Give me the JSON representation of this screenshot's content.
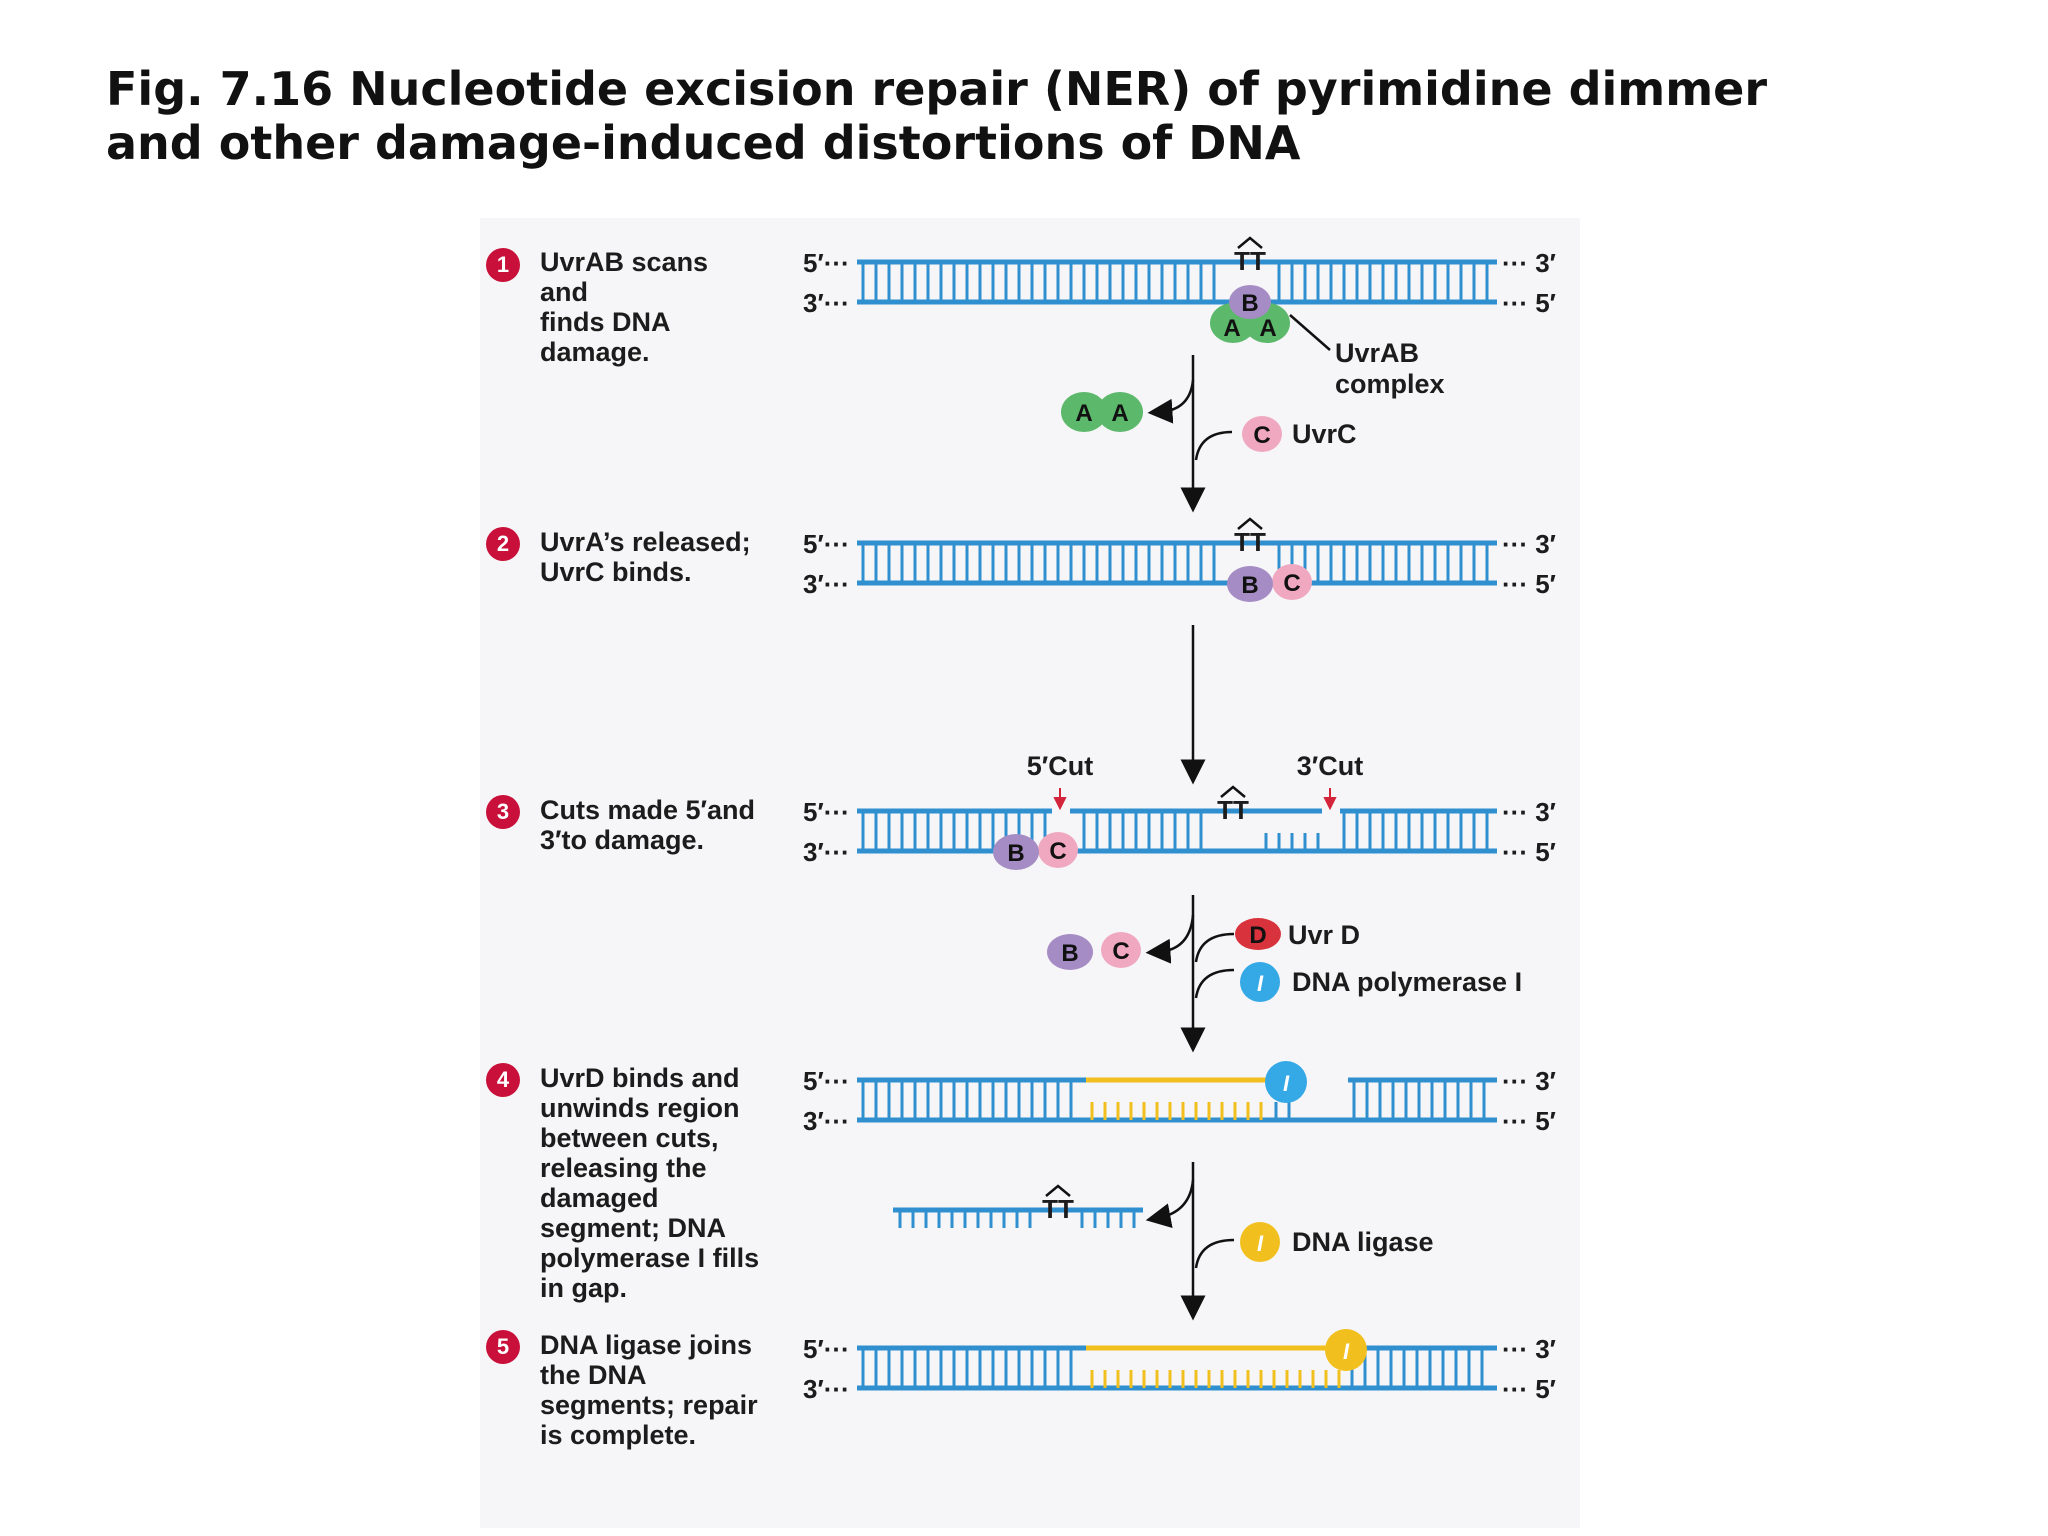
{
  "title": {
    "line1": "Fig. 7.16  Nucleotide excision repair (NER) of pyrimidine dimmer",
    "line2": "and other damage-induced distortions of DNA"
  },
  "strand_labels": {
    "five_prime": "5′",
    "three_prime": "3′",
    "dots": "···"
  },
  "dimer": "TT",
  "steps": [
    {
      "number": "1",
      "lines": [
        "UvrAB scans",
        "and",
        "finds DNA",
        "damage."
      ]
    },
    {
      "number": "2",
      "lines": [
        "UvrA’s released;",
        "UvrC binds."
      ]
    },
    {
      "number": "3",
      "lines": [
        "Cuts made 5′and",
        "3′to damage."
      ]
    },
    {
      "number": "4",
      "lines": [
        "UvrD binds and",
        "unwinds region",
        "between cuts,",
        "releasing the",
        "damaged",
        "segment; DNA",
        "polymerase I fills",
        "in gap."
      ]
    },
    {
      "number": "5",
      "lines": [
        "DNA ligase joins",
        "the DNA",
        "segments; repair",
        "is complete."
      ]
    }
  ],
  "proteins": {
    "A": "A",
    "B": "B",
    "C": "C",
    "D": "D",
    "pol": "I",
    "ligase": "I"
  },
  "labels": {
    "uvrab_complex_1": "UvrAB",
    "uvrab_complex_2": "complex",
    "uvrc": "UvrC",
    "cut5": "5′Cut",
    "cut3": "3′Cut",
    "uvrd": "Uvr D",
    "dna_pol": "DNA polymerase I",
    "dna_ligase": "DNA ligase"
  },
  "colors": {
    "dna": "#2f8fcf",
    "new_dna": "#f2c01e",
    "uvrA": "#5cb86a",
    "uvrB": "#a58cc4",
    "uvrC": "#f0a8c0",
    "uvrD": "#d8323c",
    "pol": "#35a8e6",
    "ligase": "#f2c01e",
    "badge": "#c8103a",
    "cut_arrow": "#d4243a"
  }
}
